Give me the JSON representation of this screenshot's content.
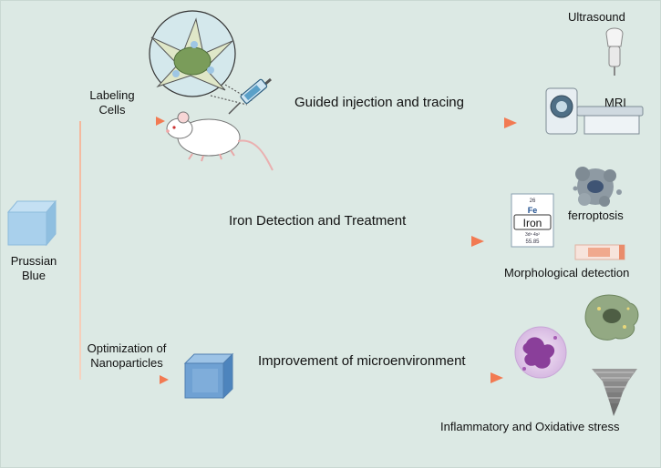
{
  "source": {
    "label_line1": "Prussian",
    "label_line2": "Blue"
  },
  "branches": [
    {
      "label_line1": "Labeling",
      "label_line2": "Cells",
      "arrow_label": "Guided injection and tracing",
      "targets": [
        "Ultrasound",
        "MRI"
      ]
    },
    {
      "arrow_label": "Iron Detection and Treatment",
      "element_card": {
        "number": "26",
        "symbol": "Fe",
        "name": "Iron",
        "config": "3d⁶ 4s²",
        "mass": "55.85"
      },
      "targets": [
        "ferroptosis",
        "Morphological detection"
      ]
    },
    {
      "label_line1": "Optimization of",
      "label_line2": "Nanoparticles",
      "arrow_label": "Improvement of microenvironment",
      "targets": [
        "Inflammatory and Oxidative stress"
      ]
    }
  ],
  "colors": {
    "background": "#dce9e4",
    "arrow_start": "#f6d8c6",
    "arrow_end": "#f27a52",
    "cube": "#9ec6e4",
    "nanocube": "#5e92c8"
  },
  "icons": [
    "cube-icon",
    "neuron-cell-icon",
    "mouse-icon",
    "syringe-icon",
    "ultrasound-probe-icon",
    "mri-scanner-icon",
    "iron-element-card",
    "ferroptosis-cell-icon",
    "tissue-slide-icon",
    "nanocube-icon",
    "neutrophil-icon",
    "damaged-cell-icon",
    "tornado-icon"
  ]
}
